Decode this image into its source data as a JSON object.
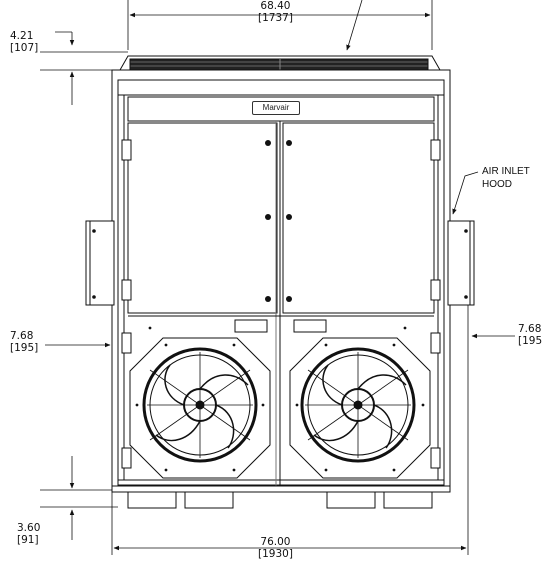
{
  "dimensions": {
    "top_width": {
      "imperial": "68.40",
      "metric": "[1737]"
    },
    "top_offset": {
      "imperial": "4.21",
      "metric": "[107]"
    },
    "left_side": {
      "imperial": "7.68",
      "metric": "[195]"
    },
    "right_side": {
      "imperial": "7.68",
      "metric": "[195"
    },
    "bottom_offset": {
      "imperial": "3.60",
      "metric": "[91]"
    },
    "overall_width": {
      "imperial": "76.00",
      "metric": "[1930]"
    }
  },
  "callouts": {
    "air_inlet_hood_line1": "AIR INLET",
    "air_inlet_hood_line2": "HOOD"
  },
  "brand": {
    "label": "Marvair"
  }
}
